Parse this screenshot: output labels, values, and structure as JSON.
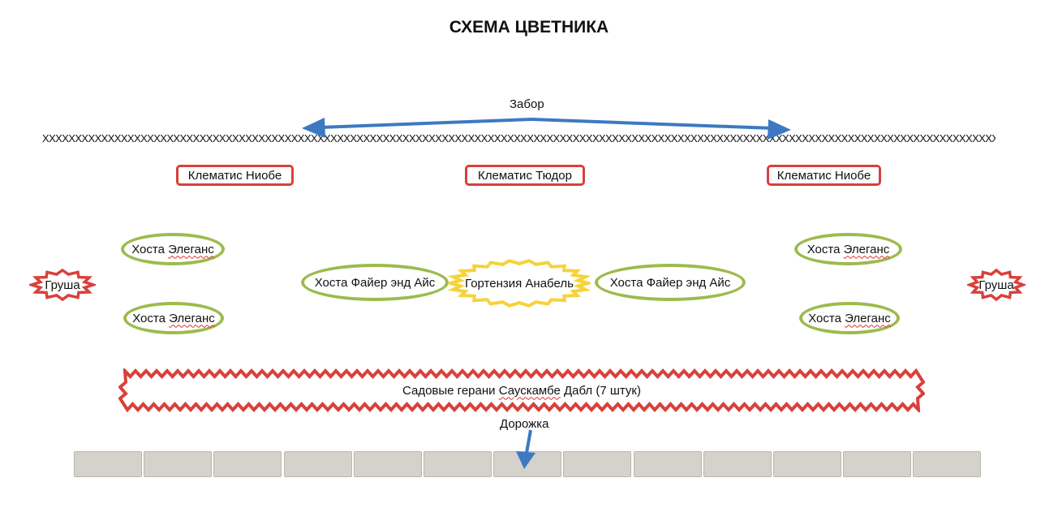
{
  "title": "СХЕМА ЦВЕТНИКА",
  "fence": {
    "label": "Забор",
    "pattern": "XXXXXXXXXXXXXXXXXXXXXXXXXXXXXXXXXXXXXXXXXXXXXXXXXXXXXXXXXXXXXXXXXXXXXXXXXXXXXXXXXXXXXXXXXXXXXXXXXXXXXXXXXXXXXXXXXXXXXXXXXXXXXXXXXXXXXXXXXXXXXXXXXXXXXXXXXXXXXXXXX"
  },
  "clematis": {
    "left": "Клематис Ниобе",
    "center": "Клематис Тюдор",
    "right": "Клематис Ниобе"
  },
  "hosta_elegans": {
    "word1": "Хоста",
    "word2": "Элеганс"
  },
  "hosta_fire_ice": "Хоста Файер энд Айс",
  "hydrangea": "Гортензия Анабель",
  "pear": "Груша",
  "geraniums": {
    "before": "Садовые герани",
    "misspelled": "Саускамбе",
    "after": "Дабл (7 штук)"
  },
  "path_label": "Дорожка",
  "colors": {
    "rect_border": "#d9403a",
    "ellipse_border": "#9cbb4d",
    "hydrangea_border": "#f5d33a",
    "star_border": "#d9403a",
    "arrow": "#3d79c2",
    "path_stone": "#d5d2cc"
  }
}
